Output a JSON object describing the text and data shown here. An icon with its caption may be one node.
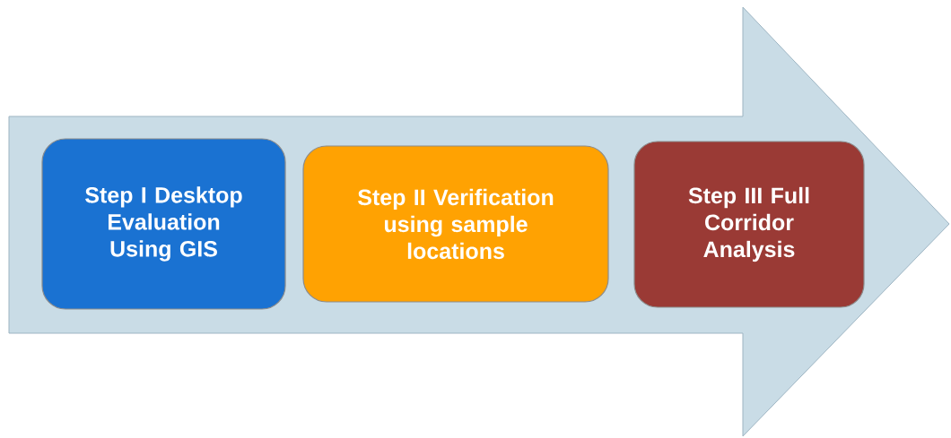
{
  "diagram": {
    "nodes": [
      {
        "text": [],
        "shape": "arrow"
      },
      {
        "text": [
          "Step I Desktop Evaluation Using GIS"
        ],
        "in": 0
      },
      {
        "text": [
          "Step II Verification using sample locations"
        ],
        "in": 0
      },
      {
        "text": [
          "Step III Full Corridor Analysis"
        ],
        "in": 0
      }
    ]
  }
}
